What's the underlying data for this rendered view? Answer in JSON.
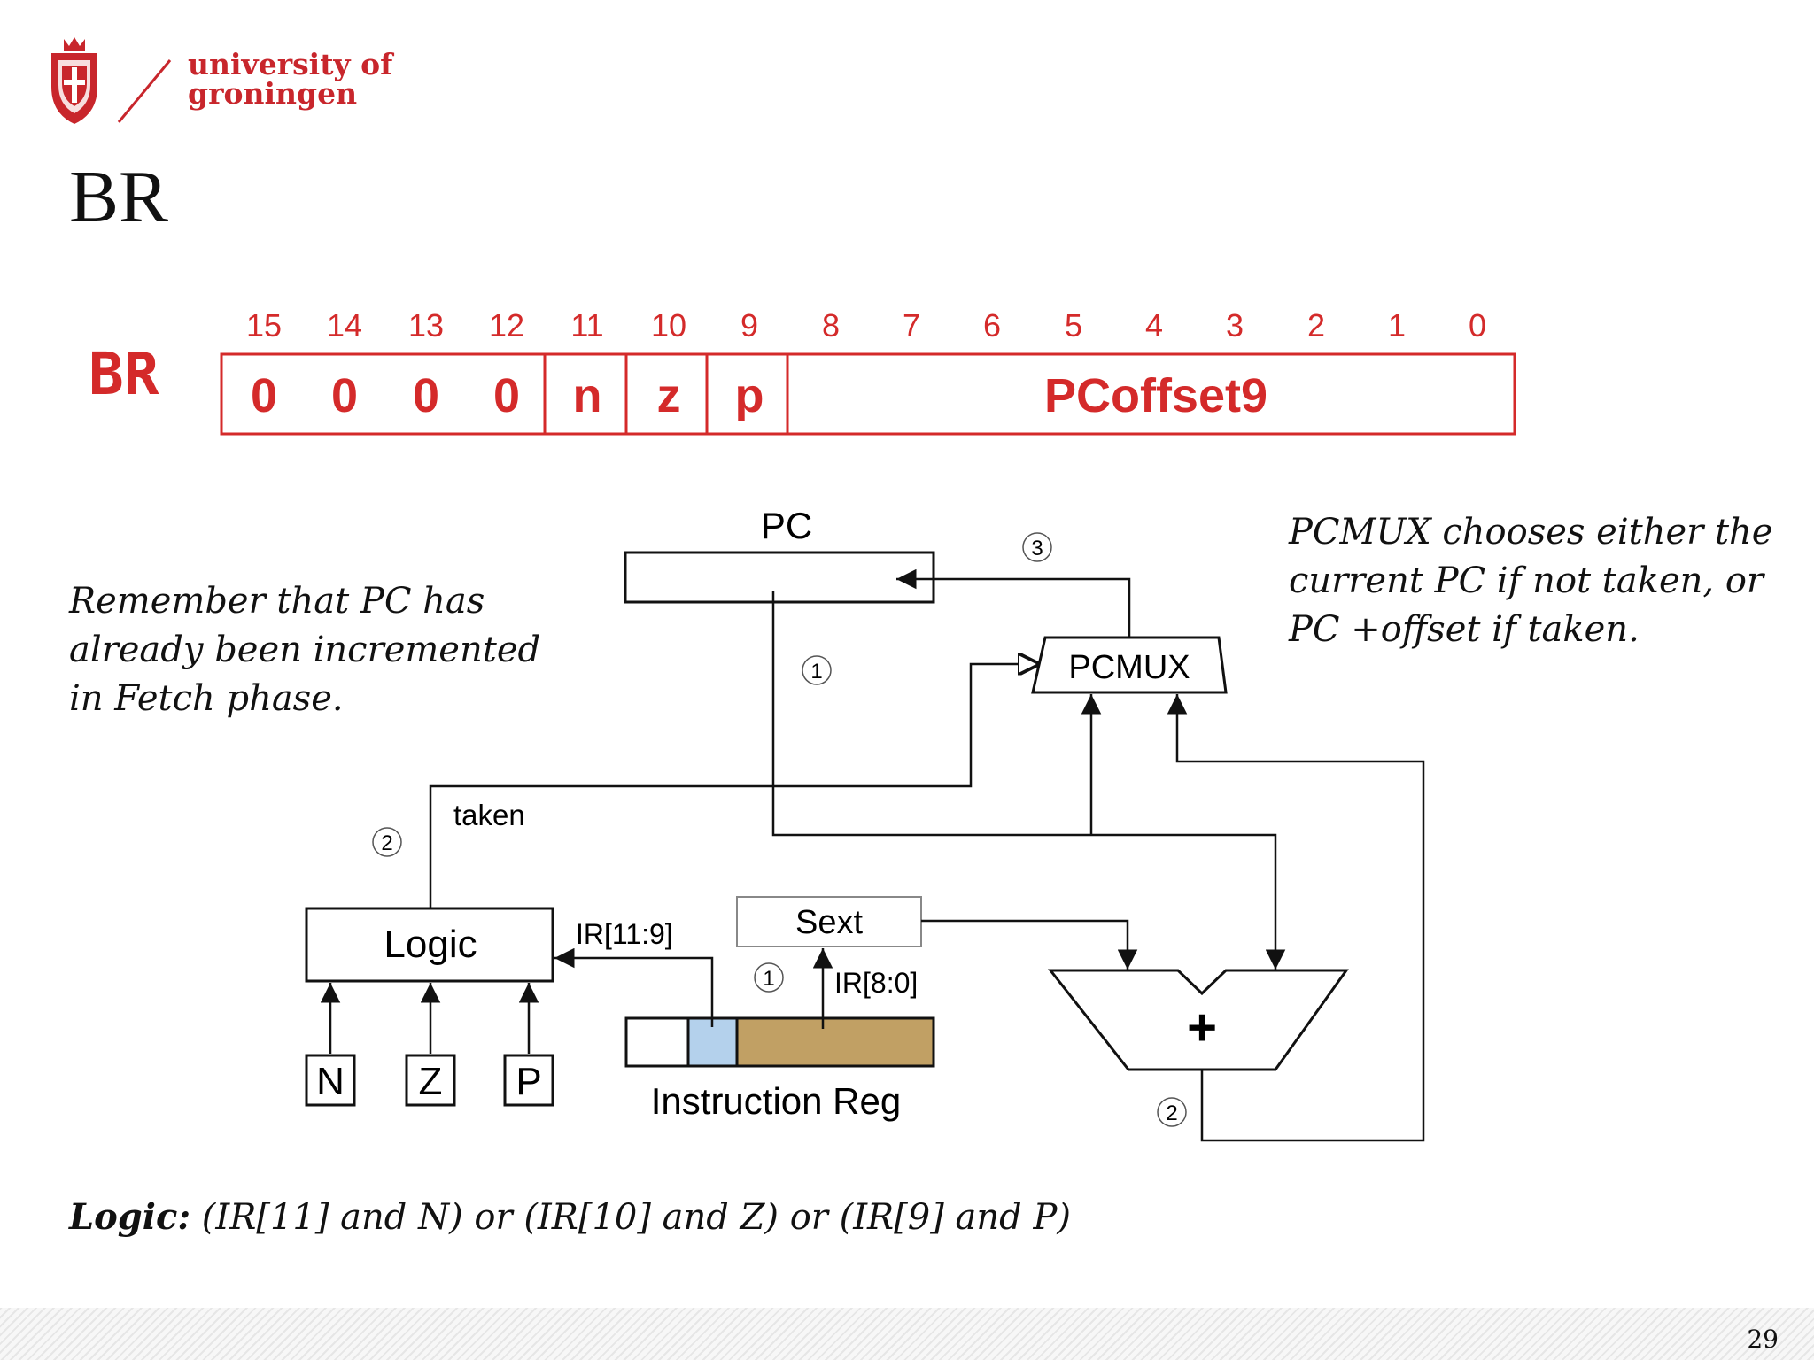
{
  "header": {
    "logo_line1": "university of",
    "logo_line2": "groningen",
    "brand_color": "#c8262c"
  },
  "slide": {
    "title": "BR",
    "page_number": "29"
  },
  "encoding": {
    "name": "BR",
    "bit_numbers": [
      "15",
      "14",
      "13",
      "12",
      "11",
      "10",
      "9",
      "8",
      "7",
      "6",
      "5",
      "4",
      "3",
      "2",
      "1",
      "0"
    ],
    "fields": [
      "0",
      "0",
      "0",
      "0",
      "n",
      "z",
      "p",
      "PCoffset9"
    ],
    "color": "#d42a2a"
  },
  "notes": {
    "left": "Remember that PC has\nalready been incremented\nin Fetch phase.",
    "right": "PCMUX chooses either the\ncurrent PC if not taken, or\nPC +offset if taken."
  },
  "diagram": {
    "pc_label": "PC",
    "pcmux_label": "PCMUX",
    "logic_label": "Logic",
    "sext_label": "Sext",
    "ir_label": "Instruction Reg",
    "taken_label": "taken",
    "ir_11_9": "IR[11:9]",
    "ir_8_0": "IR[8:0]",
    "adder_label": "+",
    "flags": [
      "N",
      "Z",
      "P"
    ],
    "step_1": "1",
    "step_2": "2",
    "step_3": "3",
    "ir_cc_color": "#b4d1ec",
    "ir_offset_color": "#c1a064"
  },
  "formula": {
    "prefix": "Logic:",
    "text": " (IR[11] and N) or (IR[10] and Z) or (IR[9] and P)"
  }
}
